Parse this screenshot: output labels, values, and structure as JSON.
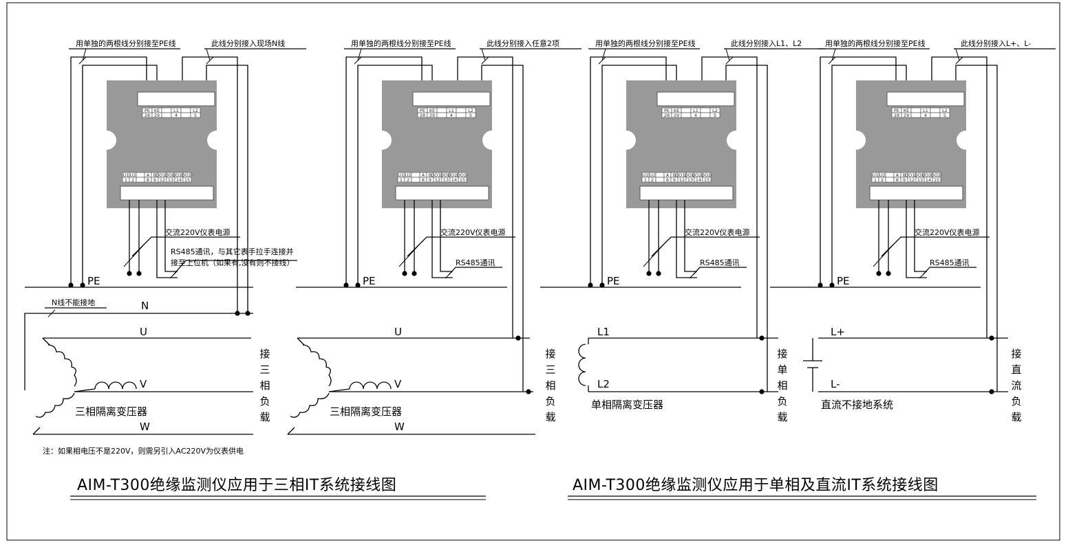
{
  "diagrams": [
    {
      "pe_note": "用单独的两根线分别接至PE线",
      "other_note": "此线分别接入现场N线",
      "power_note": "交流220V仪表电源",
      "rs485_note": "RS485通讯，与其它表手拉手连接并",
      "rs485_note2": "接至上位机（如果有,没有则不接线）",
      "pe_label": "PE",
      "n_note": "N线不能接地",
      "n_label": "N",
      "u_label": "U",
      "v_label": "V",
      "w_label": "W",
      "source_label": "三相隔离变压器",
      "load_label": [
        "接",
        "三",
        "相",
        "负",
        "载"
      ]
    },
    {
      "pe_note": "用单独的两根线分别接至PE线",
      "other_note": "此线分别接入任意2项",
      "power_note": "交流220V仪表电源",
      "rs485_note": "RS485通讯",
      "pe_label": "PE",
      "u_label": "U",
      "v_label": "V",
      "w_label": "W",
      "source_label": "三相隔离变压器",
      "load_label": [
        "接",
        "三",
        "相",
        "负",
        "载"
      ]
    },
    {
      "pe_note": "用单独的两根线分别接至PE线",
      "other_note": "此线分别接入L1、L2",
      "power_note": "交流220V仪表电源",
      "rs485_note": "RS485通讯",
      "pe_label": "PE",
      "l1_label": "L1",
      "l2_label": "L2",
      "source_label": "单相隔离变压器",
      "load_label": [
        "接",
        "单",
        "相",
        "负",
        "载"
      ]
    },
    {
      "pe_note": "用单独的两根线分别接至PE线",
      "other_note": "此线分别接入L+、L-",
      "power_note": "交流220V仪表电源",
      "rs485_note": "RS485通讯",
      "pe_label": "PE",
      "l1_label": "L+",
      "l2_label": "L-",
      "source_label": "直流不接地系统",
      "load_label": [
        "接",
        "直",
        "流",
        "负",
        "载"
      ]
    }
  ],
  "terminals": {
    "top_labels": [
      "PE",
      "KE",
      "",
      "L1",
      "",
      "L2"
    ],
    "top_numbers": [
      "28",
      "29",
      "",
      "4",
      "",
      "5"
    ],
    "bottom_labels": [
      "U1",
      "U2",
      "",
      "A",
      "B",
      "DO1+",
      "DO1-",
      "DO2+",
      "DO2-"
    ],
    "bottom_numbers": [
      "1",
      "2",
      "",
      "8",
      "9",
      "12",
      "13",
      "14",
      "15"
    ]
  },
  "footnote": "注：如果相电压不是220V，则需另引入AC220V为仪表供电",
  "titles": {
    "left": "AIM-T300绝缘监测仪应用于三相IT系统接线图",
    "right": "AIM-T300绝缘监测仪应用于单相及直流IT系统接线图"
  }
}
